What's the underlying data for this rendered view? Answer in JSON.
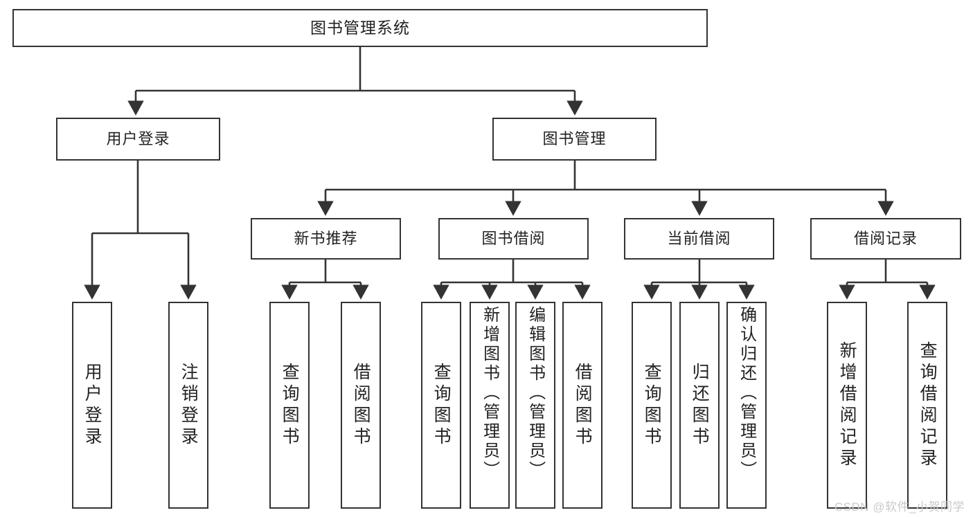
{
  "diagram": {
    "title": "图书管理系统",
    "type": "tree-hierarchy",
    "style": {
      "box_border_color": "#333333",
      "box_fill_color": "#ffffff",
      "edge_color": "#333333",
      "text_color": "#222222",
      "background": "#ffffff",
      "watermark_color": "#c9c9c9"
    },
    "root": {
      "label": "图书管理系统"
    },
    "level2": [
      {
        "label": "用户登录"
      },
      {
        "label": "图书管理"
      }
    ],
    "level3": [
      {
        "label": "新书推荐"
      },
      {
        "label": "图书借阅"
      },
      {
        "label": "当前借阅"
      },
      {
        "label": "借阅记录"
      }
    ],
    "leaves": {
      "user_login": [
        {
          "label": "用户登录"
        },
        {
          "label": "注销登录"
        }
      ],
      "new_book_recommend": [
        {
          "label": "查询图书"
        },
        {
          "label": "借阅图书"
        }
      ],
      "book_borrow": [
        {
          "label": "查询图书"
        },
        {
          "label": "新增图书（管理员）"
        },
        {
          "label": "编辑图书（管理员）"
        },
        {
          "label": "借阅图书"
        }
      ],
      "current_borrow": [
        {
          "label": "查询图书"
        },
        {
          "label": "归还图书"
        },
        {
          "label": "确认归还（管理员）"
        }
      ],
      "borrow_record": [
        {
          "label": "新增借阅记录"
        },
        {
          "label": "查询借阅记录"
        }
      ]
    }
  },
  "watermark": {
    "text": "CSDN @软件_小贺同学"
  }
}
